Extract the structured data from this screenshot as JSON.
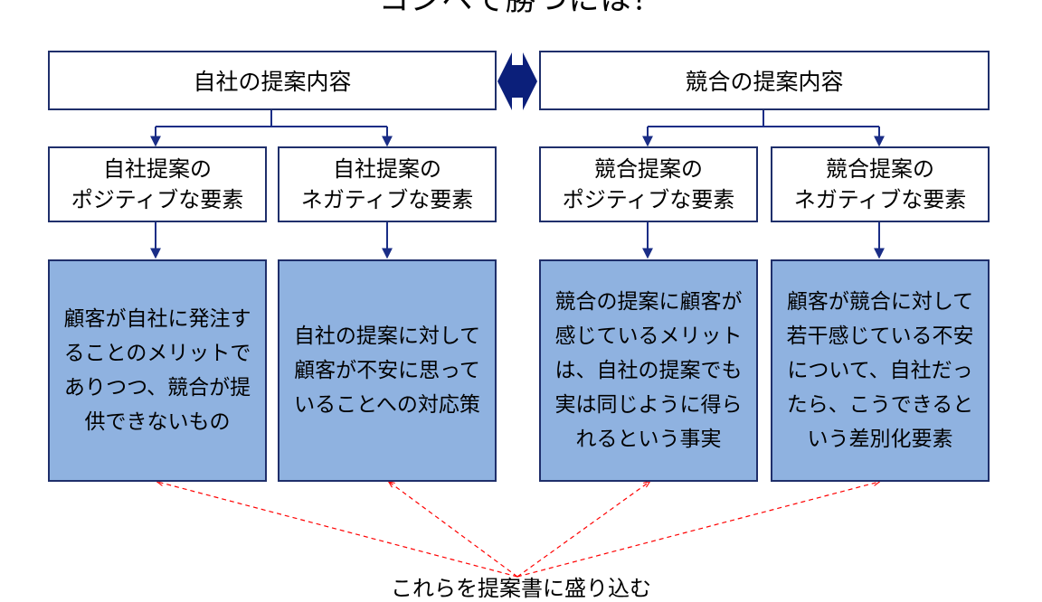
{
  "title": "コンペで勝つには？",
  "colors": {
    "box_border": "#1f2f6b",
    "fill_detail": "#8fb2e0",
    "arrow": "#1a2d86",
    "double_arrow": "#0b1f7a",
    "dashed": "#ff0000"
  },
  "own": {
    "header": "自社の提案内容",
    "positive": {
      "lines": [
        "自社提案の",
        "ポジティブな要素"
      ],
      "detail": "顧客が自社に発注することのメリットでありつつ、競合が提供できないもの"
    },
    "negative": {
      "lines": [
        "自社提案の",
        "ネガティブな要素"
      ],
      "detail": "自社の提案に対して顧客が不安に思っていることへの対応策"
    }
  },
  "competitor": {
    "header": "競合の提案内容",
    "positive": {
      "lines": [
        "競合提案の",
        "ポジティブな要素"
      ],
      "detail": "競合の提案に顧客が感じているメリットは、自社の提案でも実は同じように得られるという事実"
    },
    "negative": {
      "lines": [
        "競合提案の",
        "ネガティブな要素"
      ],
      "detail": "顧客が競合に対して若干感じている不安について、自社だったら、こうできるという差別化要素"
    }
  },
  "footer_note": "これらを提案書に盛り込む"
}
